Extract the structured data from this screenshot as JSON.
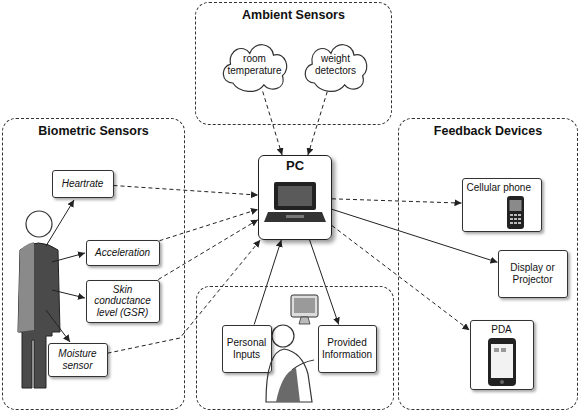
{
  "diagram": {
    "nodes": [
      {
        "text": [
          "Ambient Sensors"
        ]
      },
      {
        "text": [
          "room temperature"
        ],
        "in": 0
      },
      {
        "text": [
          "weight detectors"
        ],
        "in": 0
      },
      {
        "text": [
          "Biometric Sensors"
        ]
      },
      {
        "text": [
          "Heartrate"
        ],
        "in": 3
      },
      {
        "text": [
          "Acceleration"
        ],
        "in": 3
      },
      {
        "text": [
          "Skin conductance level (GSR)"
        ],
        "in": 3
      },
      {
        "text": [
          "Moisture sensor"
        ],
        "in": 3
      },
      {
        "text": [
          "PC"
        ]
      },
      {
        "text": []
      },
      {
        "text": [
          "Personal Inputs"
        ],
        "in": 9
      },
      {
        "text": [
          "Provided Information"
        ],
        "in": 9
      },
      {
        "text": [
          "Feedback Devices"
        ]
      },
      {
        "text": [
          "Cellular phone"
        ],
        "in": 12
      },
      {
        "text": [
          "Display or Projector"
        ],
        "in": 12
      },
      {
        "text": [
          "PDA"
        ],
        "in": 12
      }
    ],
    "edges": [
      {
        "from": 1,
        "to": 8,
        "arrow": "to"
      },
      {
        "from": 2,
        "to": 8,
        "arrow": "to"
      },
      {
        "from": 4,
        "to": 8,
        "arrow": "to"
      },
      {
        "from": 5,
        "to": 8,
        "arrow": "to"
      },
      {
        "from": 6,
        "to": 8,
        "arrow": "to"
      },
      {
        "from": 7,
        "to": 8,
        "arrow": "to"
      },
      {
        "from": 10,
        "to": 8,
        "arrow": "to"
      },
      {
        "from": 8,
        "to": 11,
        "arrow": "to"
      },
      {
        "from": 8,
        "to": 13,
        "arrow": "to"
      },
      {
        "from": 8,
        "to": 14,
        "arrow": "to"
      },
      {
        "from": 8,
        "to": 15,
        "arrow": "to"
      }
    ]
  }
}
